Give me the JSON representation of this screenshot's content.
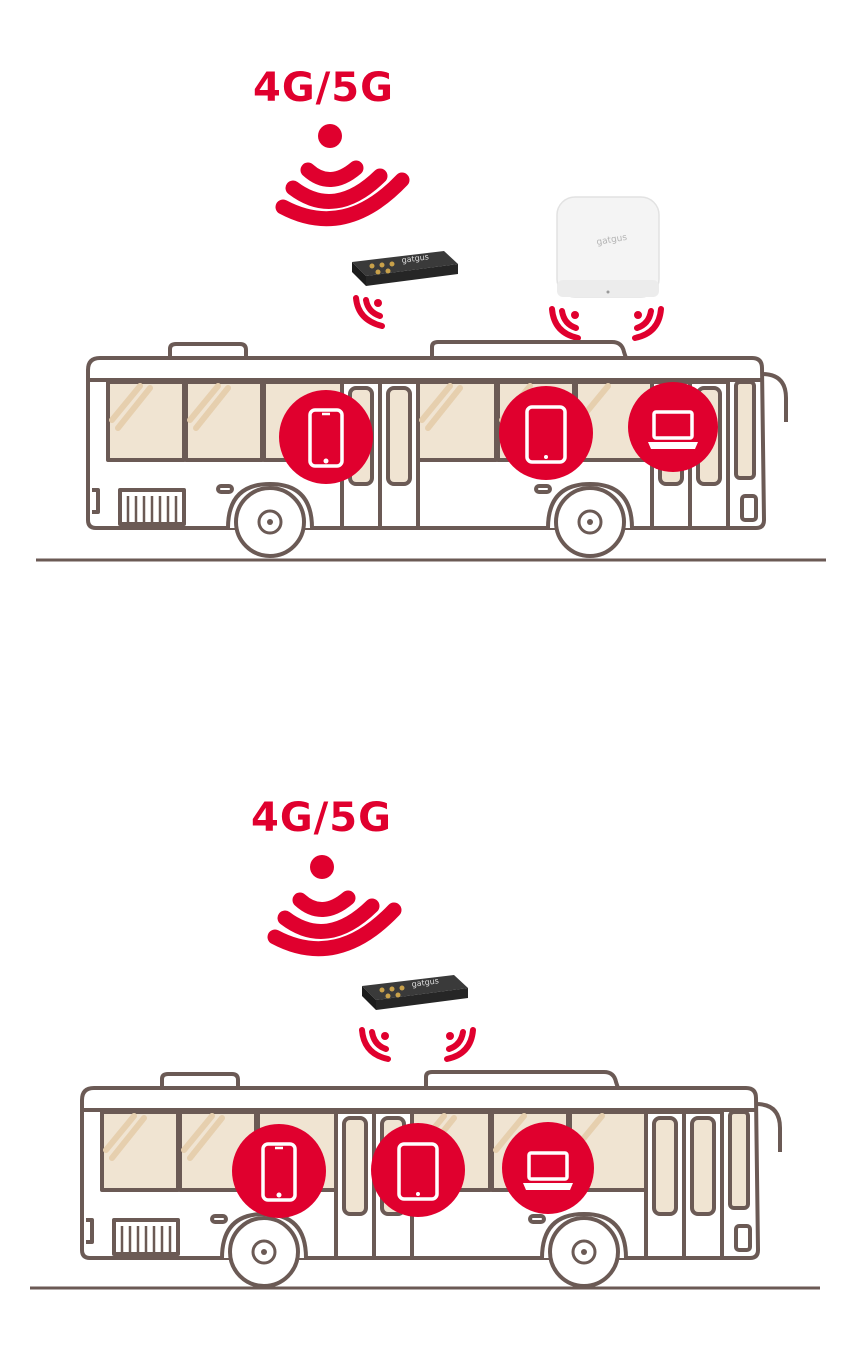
{
  "colors": {
    "accent": "#e0002e",
    "outline": "#6b5a55",
    "window": "#f0e4d2",
    "window_stripe": "#e6cfae",
    "router": "#2b2b2b",
    "access_point": "#f4f4f4"
  },
  "scenes": [
    {
      "network_label": "4G/5G",
      "router_logo": "gatgus",
      "access_point_logo": "gatgus",
      "devices": [
        {
          "icon": "smartphone-icon"
        },
        {
          "icon": "tablet-icon"
        },
        {
          "icon": "laptop-icon"
        }
      ]
    },
    {
      "network_label": "4G/5G",
      "router_logo": "gatgus",
      "devices": [
        {
          "icon": "smartphone-icon"
        },
        {
          "icon": "tablet-icon"
        },
        {
          "icon": "laptop-icon"
        }
      ]
    }
  ]
}
